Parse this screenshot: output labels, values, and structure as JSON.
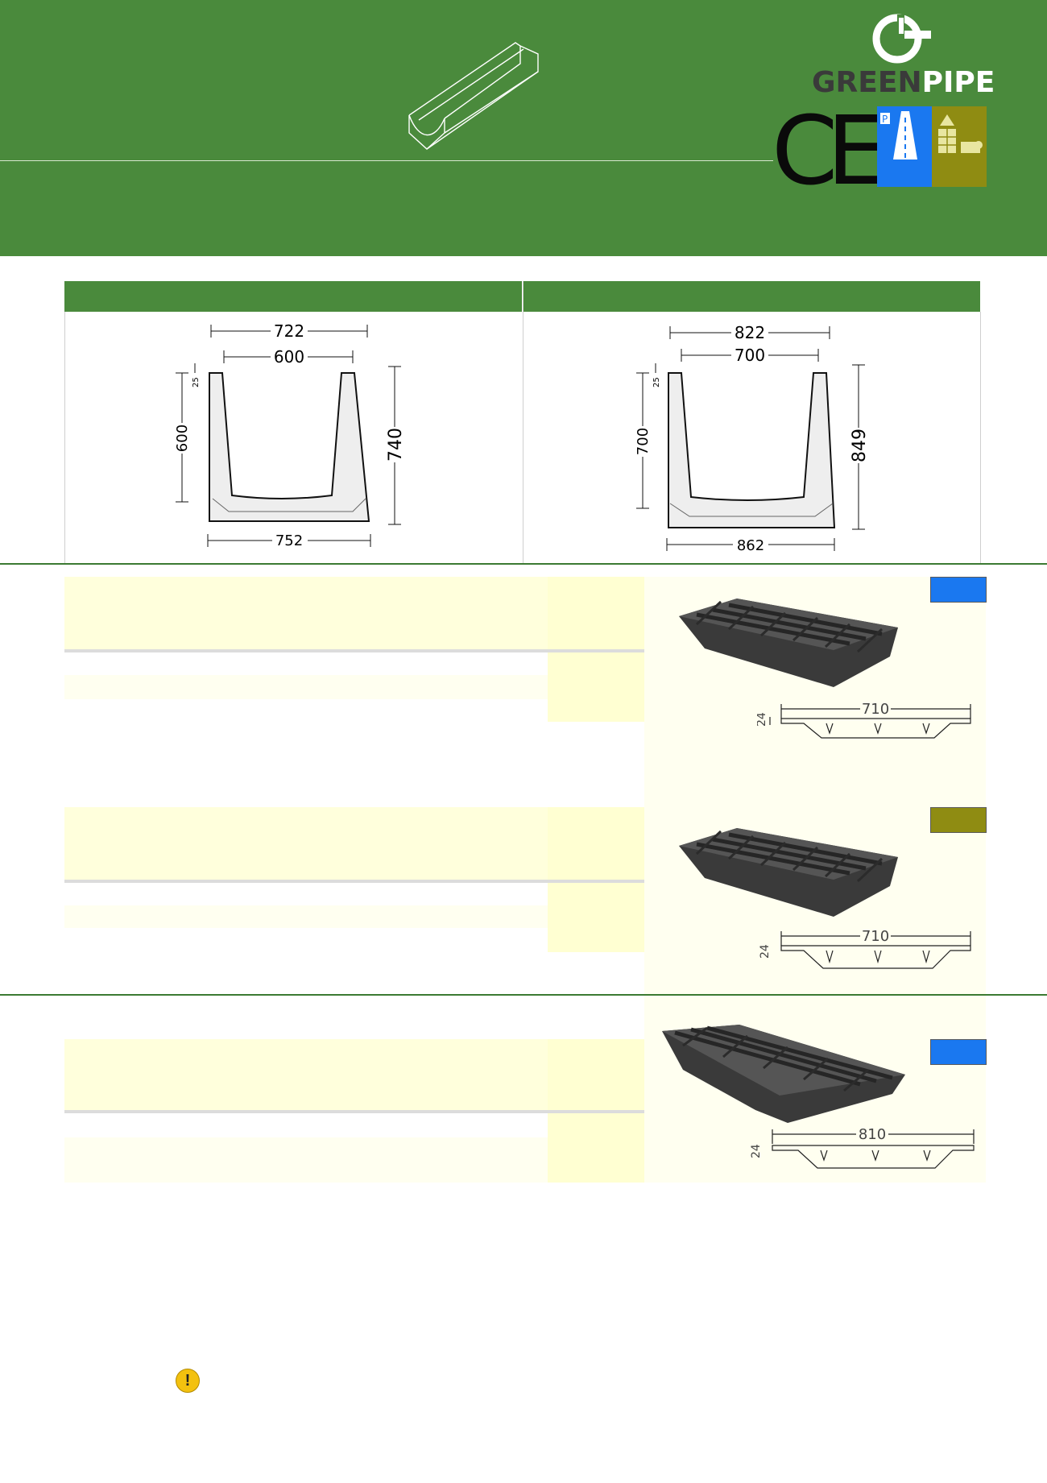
{
  "brand": {
    "name_part1": "GREEN",
    "name_part2": "PIPE",
    "ce_mark": "CE",
    "colors": {
      "green": "#4a8a3c",
      "blue": "#1a78f0",
      "olive": "#8f8c12"
    }
  },
  "sections": {
    "drawing_left": {
      "top_width": "722",
      "inner_width": "600",
      "lip": "25",
      "inner_height": "600",
      "total_height": "740",
      "bottom_width": "752"
    },
    "drawing_right": {
      "top_width": "822",
      "inner_width": "700",
      "lip": "25",
      "inner_height": "700",
      "total_height": "849",
      "bottom_width": "862"
    },
    "grate_1": {
      "length": "710",
      "height": "24",
      "badge_color": "blue"
    },
    "grate_2": {
      "length": "710",
      "height": "24",
      "badge_color": "olive"
    },
    "grate_3": {
      "length": "810",
      "height": "24",
      "badge_color": "blue"
    }
  },
  "icons": [
    "logo-icon",
    "ce-mark-icon",
    "parking-road-icon",
    "garden-icon",
    "channel-icon",
    "warning-icon"
  ]
}
